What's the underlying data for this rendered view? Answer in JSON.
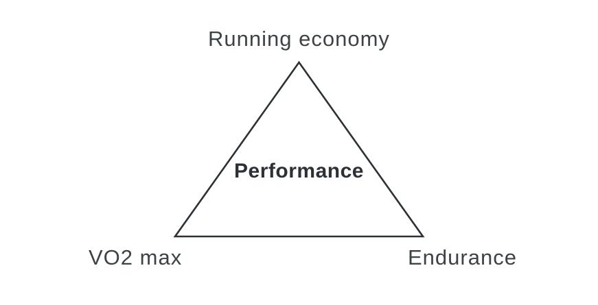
{
  "diagram": {
    "center_label": "Performance",
    "vertices": [
      {
        "position": "top",
        "label": "Running economy"
      },
      {
        "position": "bottom-left",
        "label": "VO2 max"
      },
      {
        "position": "bottom-right",
        "label": "Endurance"
      }
    ],
    "colors": {
      "line": "#2b3137",
      "center_text": "#2b3137",
      "vertex_text": "#3c4347",
      "background": "#ffffff"
    }
  }
}
